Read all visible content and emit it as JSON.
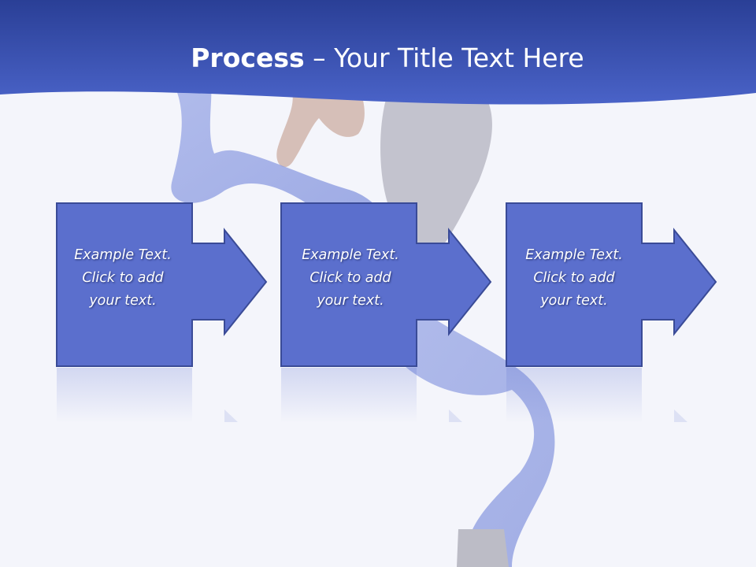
{
  "slide": {
    "title_bold": "Process",
    "title_rest": " – Your Title Text Here",
    "steps": [
      {
        "line1": "Example Text.",
        "line2": "Click  to add",
        "line3": "your text."
      },
      {
        "line1": "Example Text.",
        "line2": "Click  to add",
        "line3": "your text."
      },
      {
        "line1": "Example Text.",
        "line2": "Click  to add",
        "line3": "your text."
      }
    ]
  },
  "colors": {
    "header_dark": "#2a3f96",
    "header_light": "#4a63c8",
    "shape_fill": "#5b6fcd",
    "shape_border": "#3a4b97",
    "background": "#f4f5fb"
  }
}
